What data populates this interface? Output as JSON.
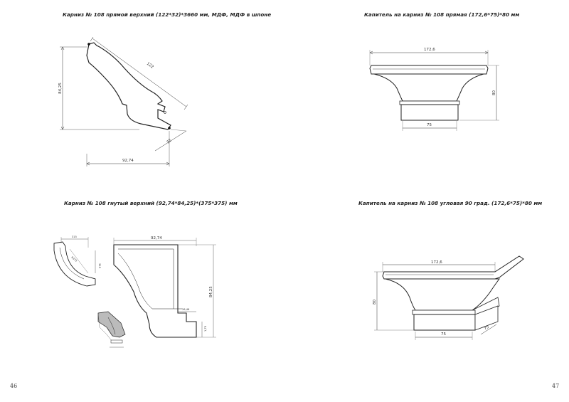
{
  "pages": {
    "left": {
      "page_number": "46",
      "figure1": {
        "caption": "Карниз № 108 прямой верхний (122*32)*3660 мм, МДФ, МДФ в шпоне",
        "dims": {
          "height": "84,25",
          "width": "92,74",
          "diag": "122",
          "small": "32"
        }
      },
      "figure2": {
        "caption": "Карниз № 108 гнутый верхний (92,74*84,25)*(375*375) мм",
        "dims": {
          "top": "92,74",
          "height": "84,25",
          "inner": "26,46",
          "step": "1,75",
          "small_top": "315",
          "small_side": "315",
          "small_diag": "R375"
        }
      }
    },
    "right": {
      "page_number": "47",
      "figure3": {
        "caption": "Капитель на карниз № 108 прямая (172,6*75)*80 мм",
        "dims": {
          "top": "172,6",
          "bottom": "75",
          "height": "80"
        }
      },
      "figure4": {
        "caption": "Капитель на карниз № 108 угловая 90 град. (172,6*75)*80 мм",
        "dims": {
          "top": "172,6",
          "bottom": "75",
          "height": "80",
          "side": "75"
        }
      }
    }
  }
}
